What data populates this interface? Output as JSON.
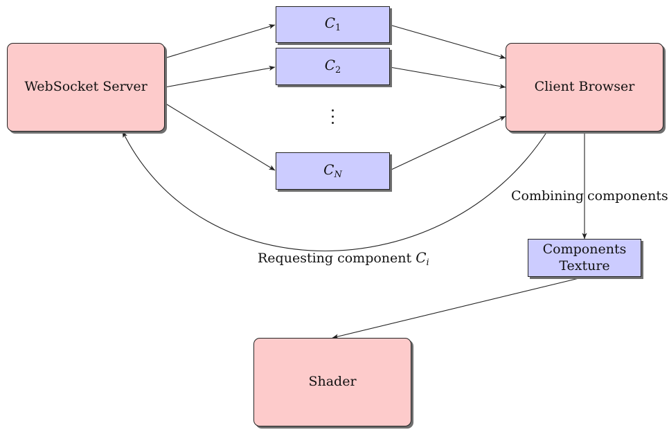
{
  "nodes": {
    "websocket_server": "WebSocket Server",
    "client_browser": "Client Browser",
    "shader": "Shader",
    "components_texture": [
      "Components",
      "Texture"
    ],
    "c1": {
      "base": "C",
      "sub": "1"
    },
    "c2": {
      "base": "C",
      "sub": "2"
    },
    "cn": {
      "base": "C",
      "sub": "N"
    }
  },
  "edge_labels": {
    "requesting_text": "Requesting component ",
    "requesting_var": {
      "base": "C",
      "sub": "i"
    },
    "combining_left": "Combining",
    "combining_right": "components"
  },
  "colors": {
    "large_node_fill": "#fdcbcb",
    "small_node_fill": "#ccccff",
    "stroke": "#222222",
    "shadow": "#6f6f6f"
  }
}
